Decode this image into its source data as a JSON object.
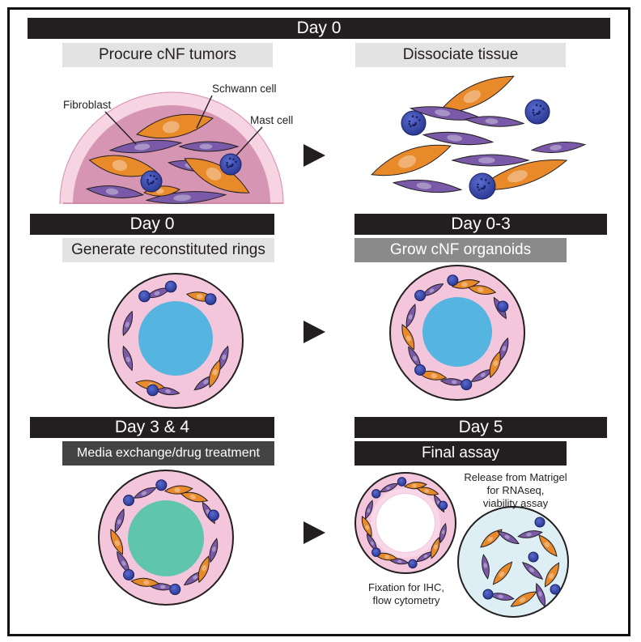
{
  "stages": {
    "top_bar": "Day 0",
    "procure": "Procure cNF tumors",
    "dissociate": "Dissociate tissue",
    "day0_left": "Day 0",
    "day03": "Day 0-3",
    "generate": "Generate reconstituted rings",
    "grow": "Grow cNF organoids",
    "day34": "Day 3 & 4",
    "day5": "Day 5",
    "media": "Media exchange/drug treatment",
    "final": "Final assay"
  },
  "cell_labels": {
    "fibroblast": "Fibroblast",
    "schwann": "Schwann cell",
    "mast": "Mast cell"
  },
  "assay_notes": {
    "release_line1": "Release from Matrigel",
    "release_line2": "for RNAseq,",
    "release_line3": "viability assay",
    "fixation_line1": "Fixation for IHC,",
    "fixation_line2": "flow cytometry"
  },
  "colors": {
    "fibroblast": "#7a5aa8",
    "schwann": "#e8892a",
    "mast_cell": "#2e3f9c",
    "ring_pink": "#f4c6dc",
    "matrigel_blue": "#55b4e0",
    "treated_teal": "#5fc5ad",
    "dish_blue": "#ddeef5",
    "tumor_outer": "#f6d4e2",
    "tumor_inner": "#d898b4",
    "arrow": "#231f20"
  }
}
